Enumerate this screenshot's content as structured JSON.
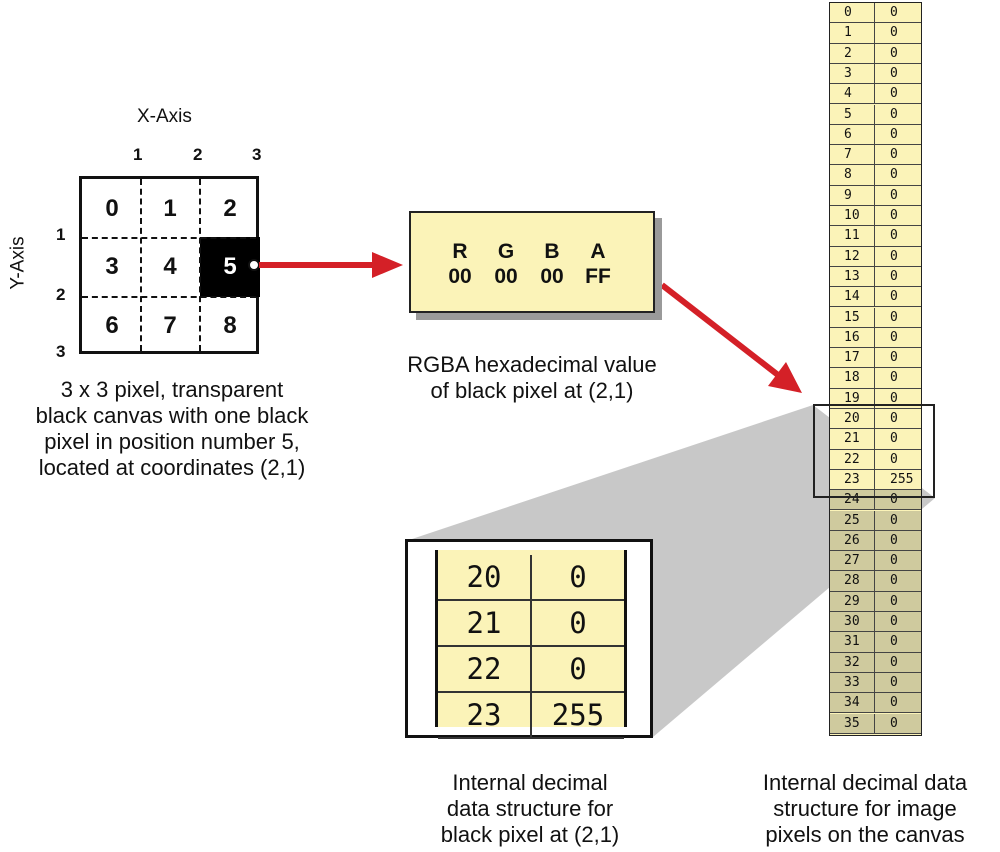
{
  "axes": {
    "x_title": "X-Axis",
    "y_title": "Y-Axis",
    "x_ticks": [
      "1",
      "2",
      "3"
    ],
    "y_ticks": [
      "1",
      "2",
      "3"
    ]
  },
  "pixel_grid": {
    "cells": [
      "0",
      "1",
      "2",
      "3",
      "4",
      "5",
      "6",
      "7",
      "8"
    ],
    "black_cell": "5",
    "caption": [
      "3 x 3 pixel, transparent",
      "black canvas with one black",
      "pixel in position number 5,",
      "located at coordinates (2,1)"
    ]
  },
  "rgba": {
    "headers": [
      "R",
      "G",
      "B",
      "A"
    ],
    "values": [
      "00",
      "00",
      "00",
      "FF"
    ],
    "caption": [
      "RGBA hexadecimal value",
      "of black pixel at (2,1)"
    ]
  },
  "zoom_table": {
    "rows": [
      [
        "20",
        "0"
      ],
      [
        "21",
        "0"
      ],
      [
        "22",
        "0"
      ],
      [
        "23",
        "255"
      ]
    ],
    "caption": [
      "Internal decimal",
      "data structure for",
      "black pixel at (2,1)"
    ]
  },
  "data_strip": {
    "rows": [
      [
        "0",
        "0"
      ],
      [
        "1",
        "0"
      ],
      [
        "2",
        "0"
      ],
      [
        "3",
        "0"
      ],
      [
        "4",
        "0"
      ],
      [
        "5",
        "0"
      ],
      [
        "6",
        "0"
      ],
      [
        "7",
        "0"
      ],
      [
        "8",
        "0"
      ],
      [
        "9",
        "0"
      ],
      [
        "10",
        "0"
      ],
      [
        "11",
        "0"
      ],
      [
        "12",
        "0"
      ],
      [
        "13",
        "0"
      ],
      [
        "14",
        "0"
      ],
      [
        "15",
        "0"
      ],
      [
        "16",
        "0"
      ],
      [
        "17",
        "0"
      ],
      [
        "18",
        "0"
      ],
      [
        "19",
        "0"
      ],
      [
        "20",
        "0"
      ],
      [
        "21",
        "0"
      ],
      [
        "22",
        "0"
      ],
      [
        "23",
        "255"
      ],
      [
        "24",
        "0"
      ],
      [
        "25",
        "0"
      ],
      [
        "26",
        "0"
      ],
      [
        "27",
        "0"
      ],
      [
        "28",
        "0"
      ],
      [
        "29",
        "0"
      ],
      [
        "30",
        "0"
      ],
      [
        "31",
        "0"
      ],
      [
        "32",
        "0"
      ],
      [
        "33",
        "0"
      ],
      [
        "34",
        "0"
      ],
      [
        "35",
        "0"
      ]
    ],
    "highlighted": [
      "20",
      "21",
      "22",
      "23"
    ],
    "caption": [
      "Internal decimal data",
      "structure for image",
      "pixels on the canvas"
    ]
  },
  "colors": {
    "arrow": "#d42027",
    "cell_fill": "#fbf3b8",
    "shadow": "#9a9a9a"
  }
}
